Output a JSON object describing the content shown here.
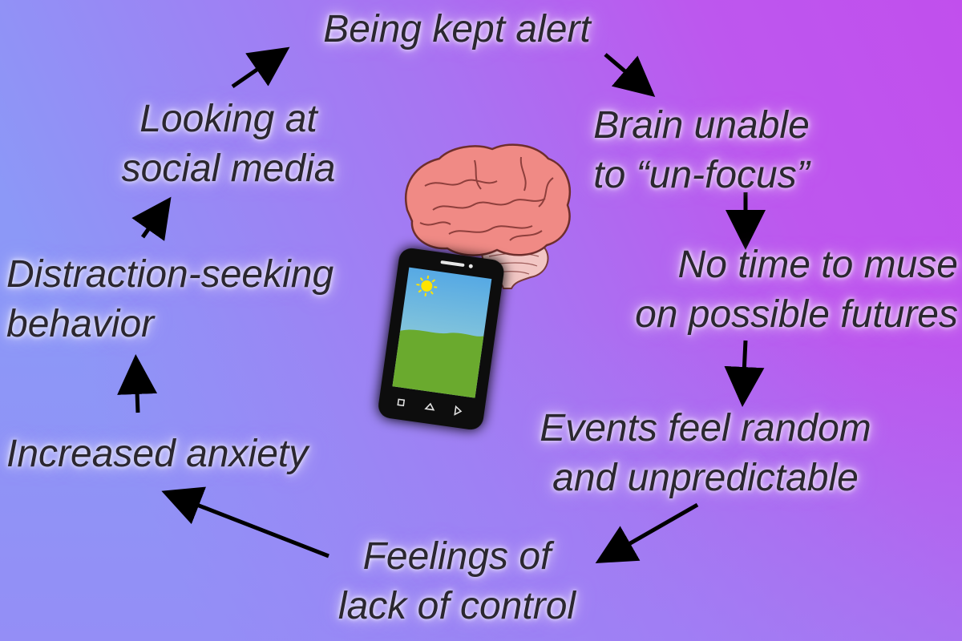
{
  "diagram": {
    "colors": {
      "gradient_left": "#8f93f6",
      "gradient_right": "#c052ee",
      "text": "#2b2730",
      "arrow": "#000000",
      "brain": "#f08a85",
      "phone_body": "#111111"
    },
    "nodes": [
      {
        "id": "kept",
        "lines": [
          "Being kept alert"
        ]
      },
      {
        "id": "brain",
        "lines": [
          "Brain unable",
          "to “un-focus”"
        ]
      },
      {
        "id": "muse",
        "lines": [
          "No time to muse",
          "on possible futures"
        ]
      },
      {
        "id": "events",
        "lines": [
          "Events feel random",
          "and unpredictable"
        ]
      },
      {
        "id": "control",
        "lines": [
          "Feelings of",
          "lack of control"
        ]
      },
      {
        "id": "anxiety",
        "lines": [
          "Increased anxiety"
        ]
      },
      {
        "id": "distraction",
        "lines": [
          "Distraction-seeking",
          "behavior"
        ]
      },
      {
        "id": "social",
        "lines": [
          "Looking at",
          "social media"
        ]
      }
    ],
    "illustrations": [
      "brain-icon",
      "smartphone-icon",
      "sun-icon"
    ]
  }
}
